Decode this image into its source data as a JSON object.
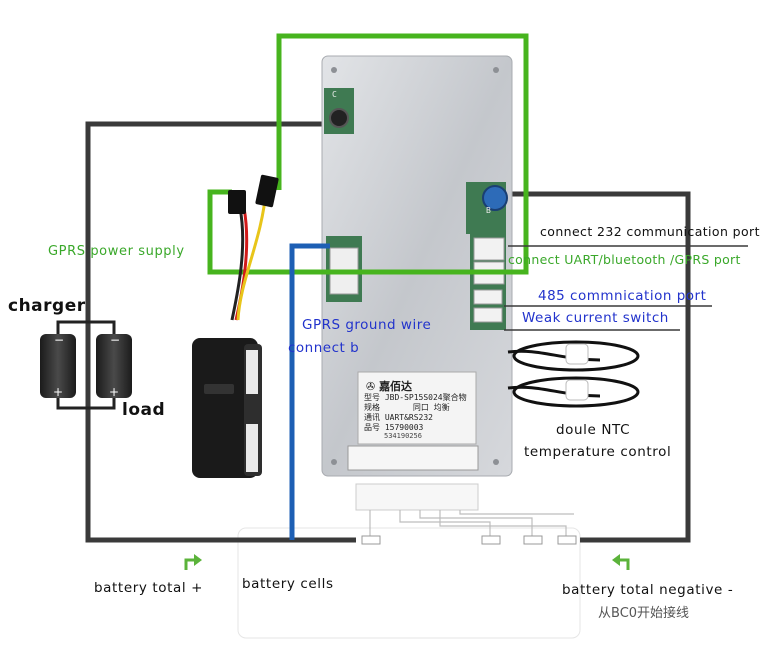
{
  "labels": {
    "gprs_power_supply": "GPRS power supply",
    "gprs_ground_wire": "GPRS ground wire",
    "connect_b": "connect b",
    "charger": "charger",
    "load": "load",
    "connect_232": "connect 232 communication port",
    "connect_uart": "connect UART/bluetooth /GPRS port",
    "port_485": "485 commnication port",
    "weak_current_switch": "Weak current switch",
    "doule_ntc": "doule NTC",
    "temperature_control": "temperature control",
    "battery_total_plus": "battery total +",
    "battery_cells": "battery cells",
    "battery_total_negative": "battery total negative -",
    "from_bc0": "从BC0开始接线"
  },
  "board": {
    "logo_text": "嘉佰达",
    "model_label": "型号",
    "model_value": "JBD-SP15S024聚合物",
    "spec_label": "规格",
    "spec_value": "同口 均衡",
    "comm_label": "通讯",
    "comm_value": "UART&RS232",
    "item_label": "品号",
    "item_value": "15790003",
    "serial": "534190256",
    "port_c": "C",
    "port_b": "B"
  },
  "colors": {
    "wire_black": "#3a3a3a",
    "wire_green": "#47b41e",
    "wire_blue": "#1d5fb4",
    "label_green": "#3aa82a",
    "label_blue": "#2233cc",
    "board": "#c9ccd0"
  },
  "icons": [
    "arrow-up-right-icon",
    "arrow-up-left-icon",
    "battery-icon"
  ]
}
